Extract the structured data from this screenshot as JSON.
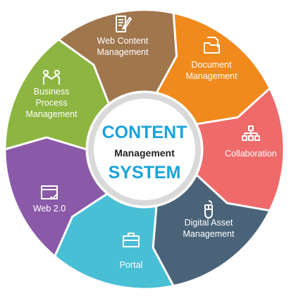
{
  "center": {
    "line1": "CONTENT",
    "line2": "Management",
    "line3": "SYSTEM",
    "accent_color": "#1aa3d9",
    "mid_color": "#222222"
  },
  "segments": [
    {
      "name": "web-content-management",
      "lines": [
        "Web Content",
        "Management"
      ],
      "color": "#a0764d",
      "icon": "edit-document-icon"
    },
    {
      "name": "document-management",
      "lines": [
        "Document",
        "Management"
      ],
      "color": "#f08a1c",
      "icon": "folder-document-icon"
    },
    {
      "name": "collaboration",
      "lines": [
        "Collaboration"
      ],
      "color": "#ef6a6a",
      "icon": "org-chart-icon"
    },
    {
      "name": "digital-asset-management",
      "lines": [
        "Digital Asset",
        "Management"
      ],
      "color": "#4a6378",
      "icon": "mouse-icon"
    },
    {
      "name": "portal",
      "lines": [
        "Portal"
      ],
      "color": "#49bfd6",
      "icon": "briefcase-icon"
    },
    {
      "name": "web-2-0",
      "lines": [
        "Web 2.0"
      ],
      "color": "#8a5aa8",
      "icon": "web-window-icon"
    },
    {
      "name": "business-process-management",
      "lines": [
        "Business",
        "Process",
        "Management"
      ],
      "color": "#8db541",
      "icon": "handshake-icon"
    }
  ]
}
